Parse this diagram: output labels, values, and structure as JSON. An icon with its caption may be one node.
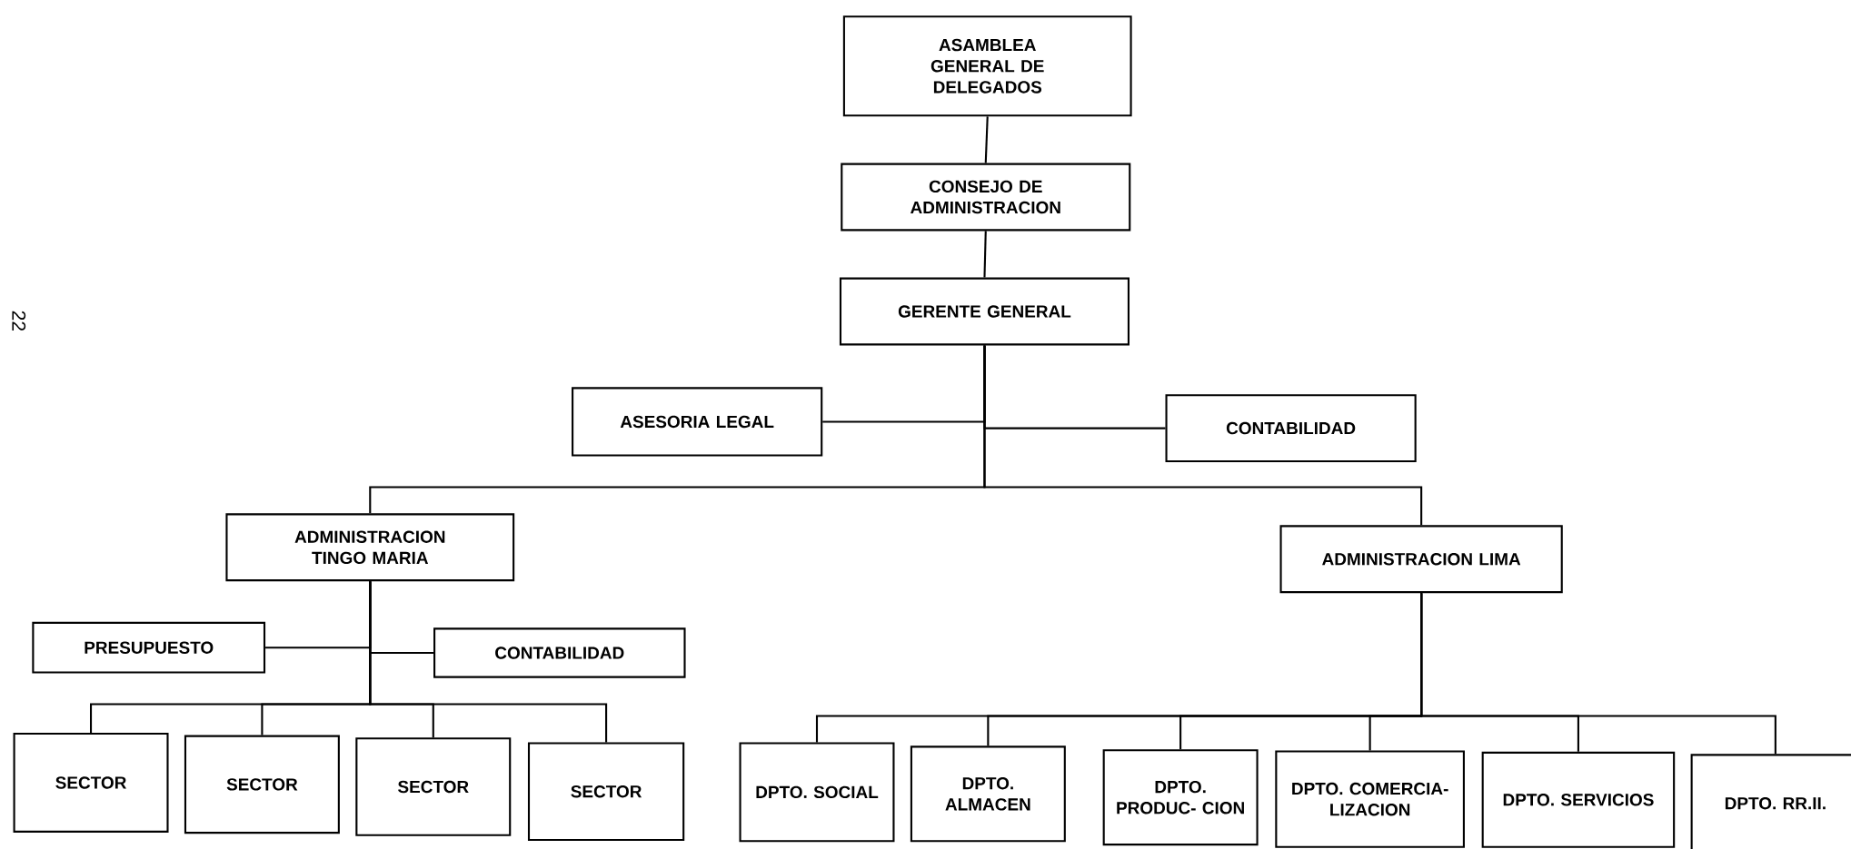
{
  "diagram": {
    "nodes": [
      {
        "text": [
          "ASAMBLEA GENERAL DE DELEGADOS"
        ]
      },
      {
        "text": [
          "CONSEJO DE ADMINISTRACION"
        ]
      },
      {
        "text": [
          "GERENTE GENERAL"
        ]
      },
      {
        "text": [
          "ASESORIA LEGAL"
        ]
      },
      {
        "text": [
          "CONTABILIDAD"
        ]
      },
      {
        "text": [
          "ADMINISTRACION TINGO MARIA"
        ]
      },
      {
        "text": [
          "ADMINISTRACION LIMA"
        ]
      },
      {
        "text": [
          "PRESUPUESTO"
        ]
      },
      {
        "text": [
          "CONTABILIDAD"
        ]
      },
      {
        "text": [
          "SECTOR"
        ]
      },
      {
        "text": [
          "SECTOR"
        ]
      },
      {
        "text": [
          "SECTOR"
        ]
      },
      {
        "text": [
          "SECTOR"
        ]
      },
      {
        "text": [
          "DPTO. SOCIAL"
        ]
      },
      {
        "text": [
          "DPTO. ALMACEN"
        ]
      },
      {
        "text": [
          "DPTO. PRODUC- CION"
        ]
      },
      {
        "text": [
          "DPTO. COMERCIA- LIZACION"
        ]
      },
      {
        "text": [
          "DPTO. SERVICIOS"
        ]
      },
      {
        "text": [
          "DPTO. RR.II."
        ]
      }
    ],
    "edges": [
      {
        "from": 0,
        "to": 1,
        "arrow": "none"
      },
      {
        "from": 1,
        "to": 2,
        "arrow": "none"
      },
      {
        "from": 2,
        "to": 3,
        "arrow": "none"
      },
      {
        "from": 2,
        "to": 4,
        "arrow": "none"
      },
      {
        "from": 2,
        "to": 5,
        "arrow": "none"
      },
      {
        "from": 2,
        "to": 6,
        "arrow": "none"
      },
      {
        "from": 5,
        "to": 7,
        "arrow": "none"
      },
      {
        "from": 5,
        "to": 8,
        "arrow": "none"
      },
      {
        "from": 5,
        "to": 9,
        "arrow": "none"
      },
      {
        "from": 5,
        "to": 10,
        "arrow": "none"
      },
      {
        "from": 5,
        "to": 11,
        "arrow": "none"
      },
      {
        "from": 5,
        "to": 12,
        "arrow": "none"
      },
      {
        "from": 6,
        "to": 13,
        "arrow": "none"
      },
      {
        "from": 6,
        "to": 14,
        "arrow": "none"
      },
      {
        "from": 6,
        "to": 15,
        "arrow": "none"
      },
      {
        "from": 6,
        "to": 16,
        "arrow": "none"
      },
      {
        "from": 6,
        "to": 17,
        "arrow": "none"
      },
      {
        "from": 6,
        "to": 18,
        "arrow": "none"
      }
    ],
    "labels": [
      "22"
    ]
  }
}
